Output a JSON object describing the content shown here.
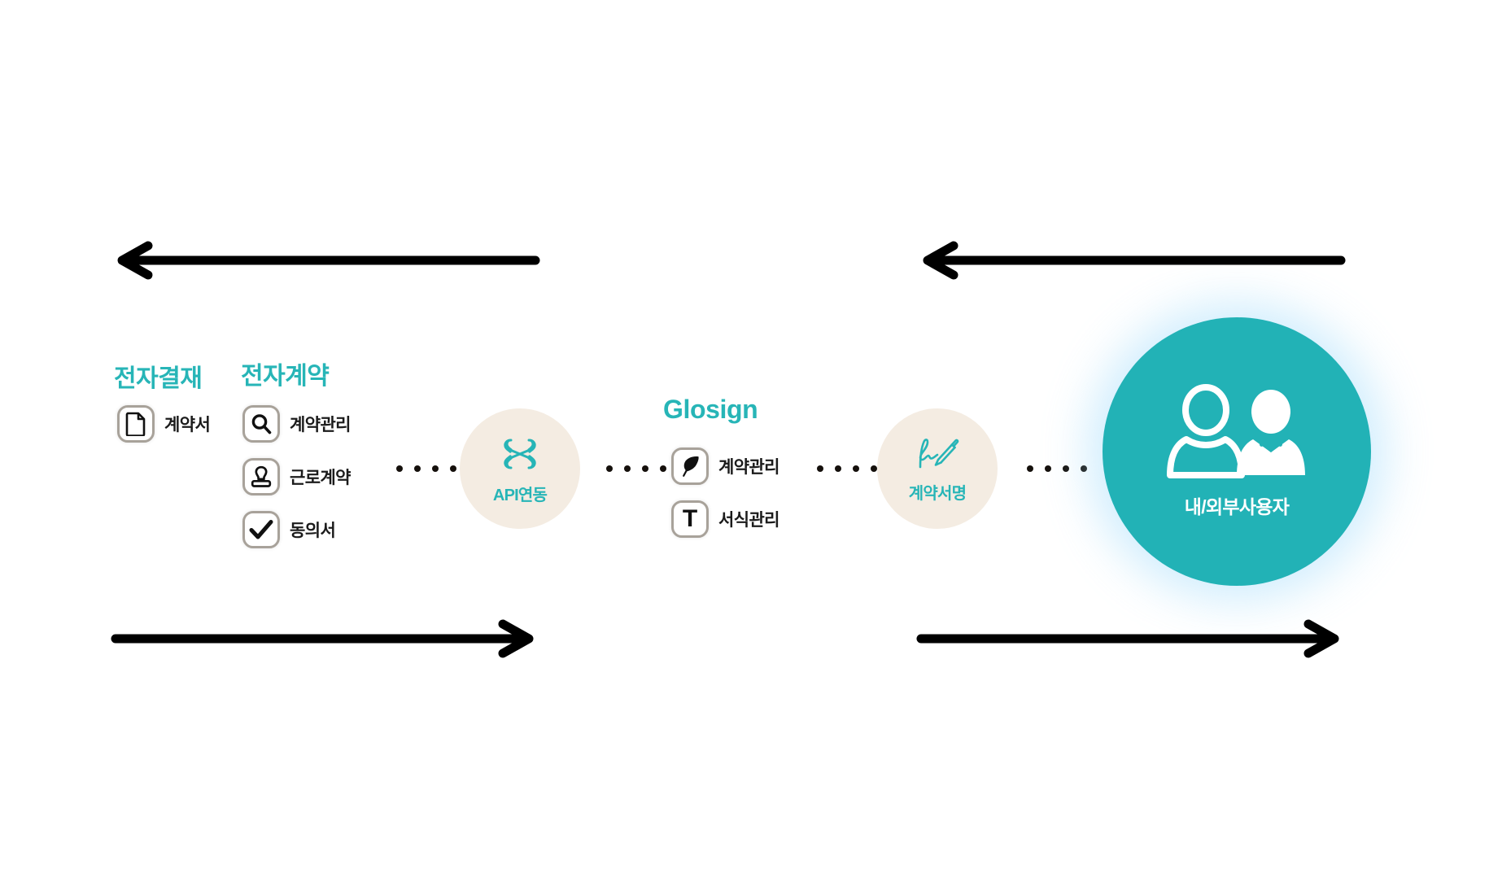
{
  "diagram": {
    "title_colors": {
      "teal": "#27b5b7",
      "cream": "#f4ece2",
      "circle_teal": "#22b2b6",
      "icon_border": "#a8a29a",
      "arrow_black": "#000000",
      "dot_black": "#15100c"
    },
    "arrows": {
      "top_left": "left-arrow",
      "top_right": "left-arrow",
      "bottom_left": "right-arrow",
      "bottom_right": "right-arrow"
    },
    "columns": [
      {
        "heading": "전자결재",
        "items": [
          {
            "label": "계약서",
            "icon": "document-icon"
          }
        ]
      },
      {
        "heading": "전자계약",
        "items": [
          {
            "label": "계약관리",
            "icon": "magnifier-icon"
          },
          {
            "label": "근로계약",
            "icon": "stamp-icon"
          },
          {
            "label": "동의서",
            "icon": "checkmark-icon"
          }
        ]
      }
    ],
    "api_node": {
      "label": "API연동",
      "icon": "link-nodes-icon"
    },
    "glosign": {
      "brand": "Glosign",
      "items": [
        {
          "label": "계약관리",
          "icon": "quill-feather-icon"
        },
        {
          "label": "서식관리",
          "icon": "text-T-icon"
        }
      ]
    },
    "sign_node": {
      "label": "계약서명",
      "icon": "signature-pen-icon"
    },
    "users_node": {
      "label": "내/외부사용자",
      "icon": "two-users-icon"
    },
    "connectors": {
      "dot_count": 4,
      "positions": [
        "between-contract-and-api",
        "between-api-and-glosign",
        "between-glosign-and-sign",
        "between-sign-and-users"
      ]
    }
  }
}
